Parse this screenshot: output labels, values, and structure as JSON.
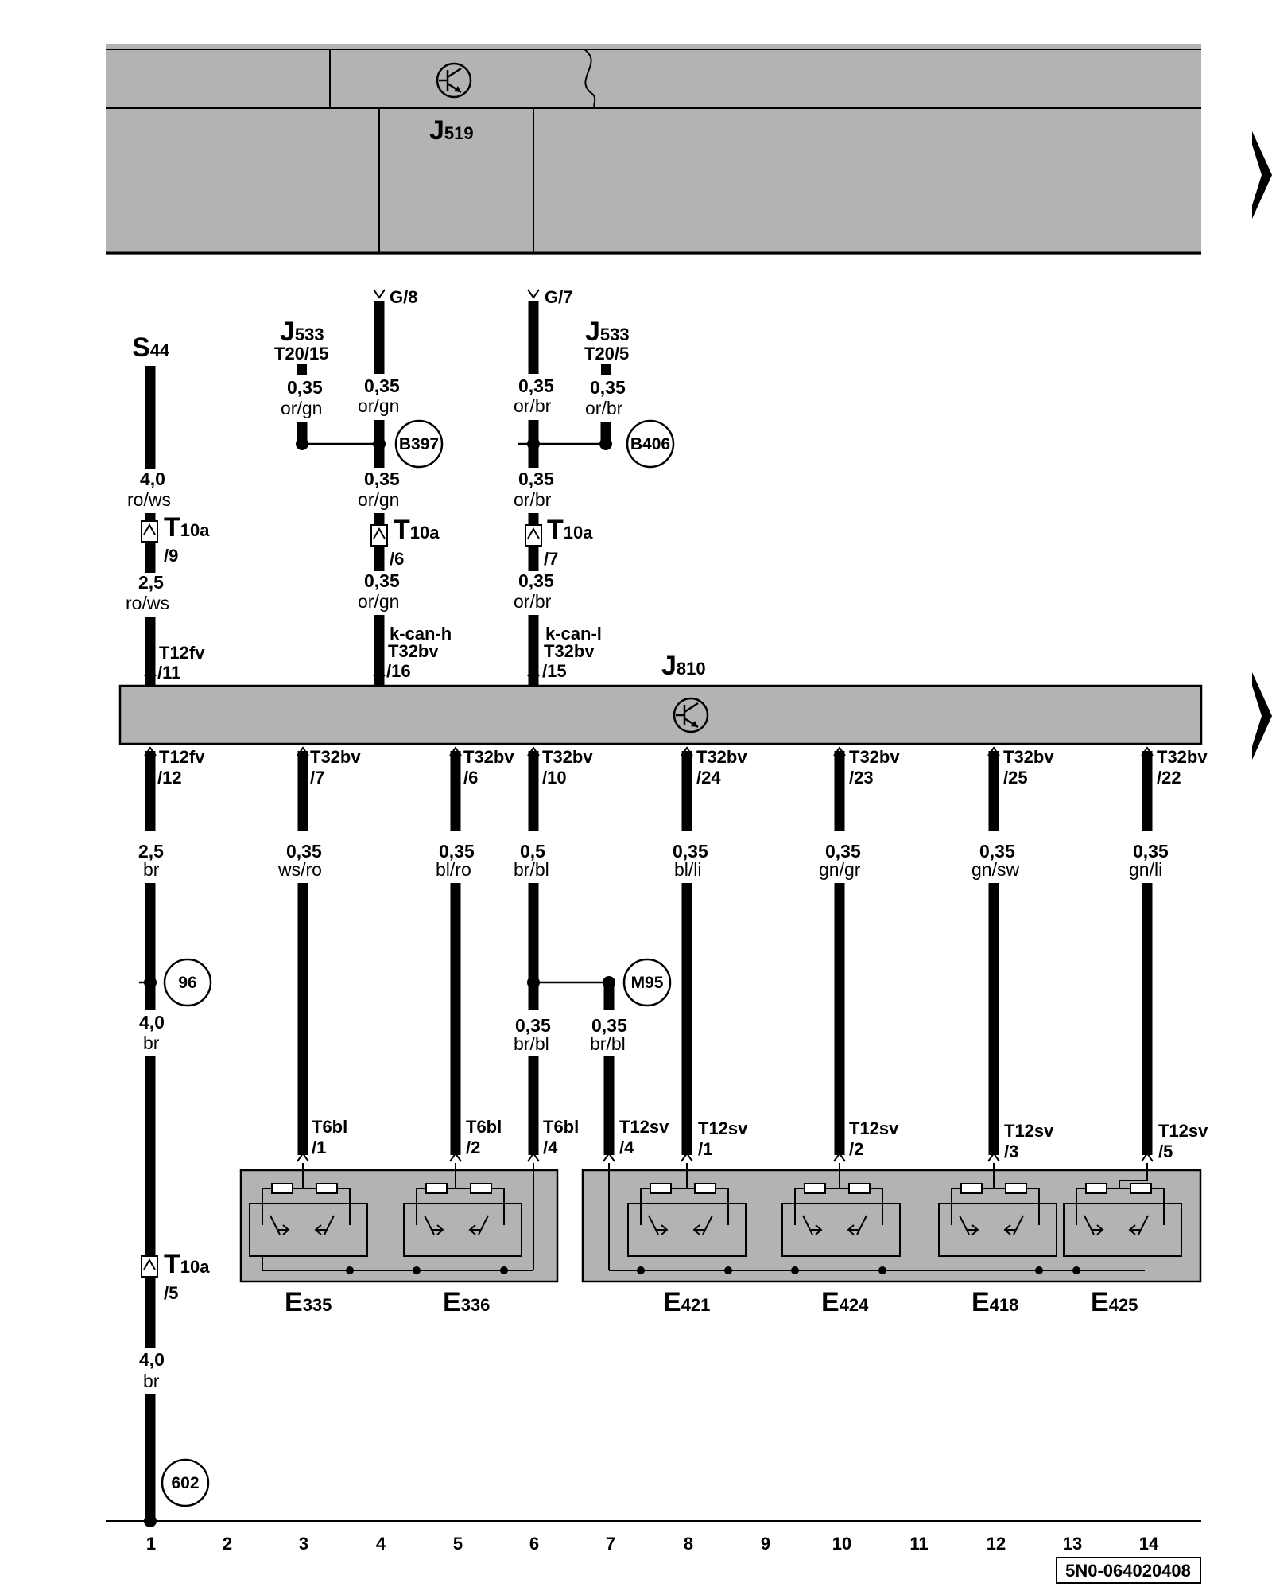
{
  "units": {
    "j519": {
      "letter": "J",
      "sub": "519"
    },
    "j810": {
      "letter": "J",
      "sub": "810"
    },
    "s44": {
      "letter": "S",
      "sub": "44"
    },
    "j533_a": {
      "letter": "J",
      "sub": "533",
      "pin": "T20/15"
    },
    "j533_b": {
      "letter": "J",
      "sub": "533",
      "pin": "T20/5"
    },
    "e335": {
      "letter": "E",
      "sub": "335"
    },
    "e336": {
      "letter": "E",
      "sub": "336"
    },
    "e421": {
      "letter": "E",
      "sub": "421"
    },
    "e424": {
      "letter": "E",
      "sub": "424"
    },
    "e418": {
      "letter": "E",
      "sub": "418"
    },
    "e425": {
      "letter": "E",
      "sub": "425"
    }
  },
  "connectors": {
    "g8": "G/8",
    "g7": "G/7",
    "t10a": {
      "letter": "T",
      "sub": "10a"
    },
    "t10a_pin9": "/9",
    "t10a_pin6": "/6",
    "t10a_pin7": "/7",
    "t10a_pin5": "/5",
    "t12fv_11": {
      "name": "T12fv",
      "pin": "/11"
    },
    "t32bv_16": {
      "sig": "k-can-h",
      "name": "T32bv",
      "pin": "/16"
    },
    "t32bv_15": {
      "sig": "k-can-l",
      "name": "T32bv",
      "pin": "/15"
    },
    "t12fv_12": {
      "name": "T12fv",
      "pin": "/12"
    },
    "t32bv_7": {
      "name": "T32bv",
      "pin": "/7"
    },
    "t32bv_6": {
      "name": "T32bv",
      "pin": "/6"
    },
    "t32bv_10": {
      "name": "T32bv",
      "pin": "/10"
    },
    "t32bv_24": {
      "name": "T32bv",
      "pin": "/24"
    },
    "t32bv_23": {
      "name": "T32bv",
      "pin": "/23"
    },
    "t32bv_25": {
      "name": "T32bv",
      "pin": "/25"
    },
    "t32bv_22": {
      "name": "T32bv",
      "pin": "/22"
    },
    "t6bl_1": {
      "name": "T6bl",
      "pin": "/1"
    },
    "t6bl_2": {
      "name": "T6bl",
      "pin": "/2"
    },
    "t6bl_4": {
      "name": "T6bl",
      "pin": "/4"
    },
    "t12sv_4": {
      "name": "T12sv",
      "pin": "/4"
    },
    "t12sv_1": {
      "name": "T12sv",
      "pin": "/1"
    },
    "t12sv_2": {
      "name": "T12sv",
      "pin": "/2"
    },
    "t12sv_3": {
      "name": "T12sv",
      "pin": "/3"
    },
    "t12sv_5": {
      "name": "T12sv",
      "pin": "/5"
    }
  },
  "wires": {
    "s44_top": {
      "size": "4,0",
      "color": "ro/ws"
    },
    "s44_low": {
      "size": "2,5",
      "color": "ro/ws"
    },
    "j533a_wire": {
      "size": "0,35",
      "color": "or/gn"
    },
    "c4_top": {
      "size": "0,35",
      "color": "or/gn"
    },
    "c4_mid": {
      "size": "0,35",
      "color": "or/gn"
    },
    "c4_low": {
      "size": "0,35",
      "color": "or/gn"
    },
    "c6_top": {
      "size": "0,35",
      "color": "or/br"
    },
    "c6_mid": {
      "size": "0,35",
      "color": "or/br"
    },
    "c6_low": {
      "size": "0,35",
      "color": "or/br"
    },
    "j533b_wire": {
      "size": "0,35",
      "color": "or/br"
    },
    "c1_a": {
      "size": "2,5",
      "color": "br"
    },
    "c1_b": {
      "size": "4,0",
      "color": "br"
    },
    "c1_c": {
      "size": "4,0",
      "color": "br"
    },
    "c3": {
      "size": "0,35",
      "color": "ws/ro"
    },
    "c5": {
      "size": "0,35",
      "color": "bl/ro"
    },
    "c6_j810": {
      "size": "0,5",
      "color": "br/bl"
    },
    "c6_m95": {
      "size": "0,35",
      "color": "br/bl"
    },
    "c7_m95": {
      "size": "0,35",
      "color": "br/bl"
    },
    "c8": {
      "size": "0,35",
      "color": "bl/li"
    },
    "c10": {
      "size": "0,35",
      "color": "gn/gr"
    },
    "c12": {
      "size": "0,35",
      "color": "gn/sw"
    },
    "c14": {
      "size": "0,35",
      "color": "gn/li"
    }
  },
  "points": {
    "b397": "B397",
    "b406": "B406",
    "m95": "M95",
    "p96": "96",
    "p602": "602"
  },
  "grid": [
    "1",
    "2",
    "3",
    "4",
    "5",
    "6",
    "7",
    "8",
    "9",
    "10",
    "11",
    "12",
    "13",
    "14"
  ],
  "doc_code": "5N0-064020408"
}
